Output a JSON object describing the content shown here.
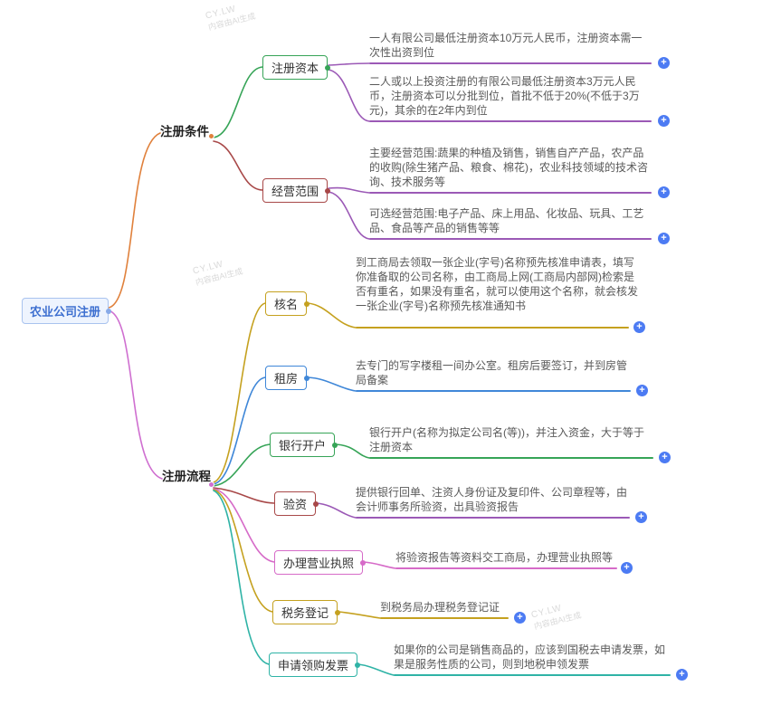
{
  "nodes": {
    "root": "农业公司注册",
    "conditions": "注册条件",
    "process": "注册流程",
    "capital": "注册资本",
    "scope": "经营范围",
    "naming": "核名",
    "rent": "租房",
    "bank": "银行开户",
    "verify": "验资",
    "license": "办理营业执照",
    "tax": "税务登记",
    "invoice": "申请领购发票"
  },
  "leaves": {
    "capital_single": "一人有限公司最低注册资本10万元人民币，注册资本需一次性出资到位",
    "capital_multi": "二人或以上投资注册的有限公司最低注册资本3万元人民币，注册资本可以分批到位，首批不低于20%(不低于3万元)，其余的在2年内到位",
    "scope_main": "主要经营范围:蔬果的种植及销售，销售自产产品，农产品的收购(除生猪产品、粮食、棉花)，农业科技领域的技术咨询、技术服务等",
    "scope_optional": "可选经营范围:电子产品、床上用品、化妆品、玩具、工艺品、食品等产品的销售等等",
    "naming": "到工商局去领取一张企业(字号)名称预先核准申请表，填写你准备取的公司名称，由工商局上网(工商局内部网)检索是否有重名，如果没有重名，就可以使用这个名称，就会核发一张企业(字号)名称预先核准通知书",
    "rent": "去专门的写字楼租一间办公室。租房后要签订，并到房管局备案",
    "bank": "银行开户(名称为拟定公司名(等))，并注入资金，大于等于注册资本",
    "verify": "提供银行回单、注资人身份证及复印件、公司章程等，由会计师事务所验资，出具验资报告",
    "license": "将验资报告等资料交工商局，办理营业执照等",
    "tax": "到税务局办理税务登记证",
    "invoice": "如果你的公司是销售商品的，应该到国税去申请发票，如果是服务性质的公司，则到地税申领发票"
  },
  "ui": {
    "plus": "+"
  },
  "watermark": {
    "brand": "CY.LW",
    "ai_note": "内容由AI生成"
  },
  "colors": {
    "orange": "#e0813c",
    "magenta": "#cf6fd0",
    "green": "#36a457",
    "maroon": "#a84848",
    "purple": "#9b59b6",
    "yellow": "#c5a11f",
    "blue": "#3f87d8",
    "pink": "#d66bc8",
    "teal": "#2fb3a6",
    "expand_blue": "#4c7bf3",
    "root_blue": "#3d6fd0"
  }
}
